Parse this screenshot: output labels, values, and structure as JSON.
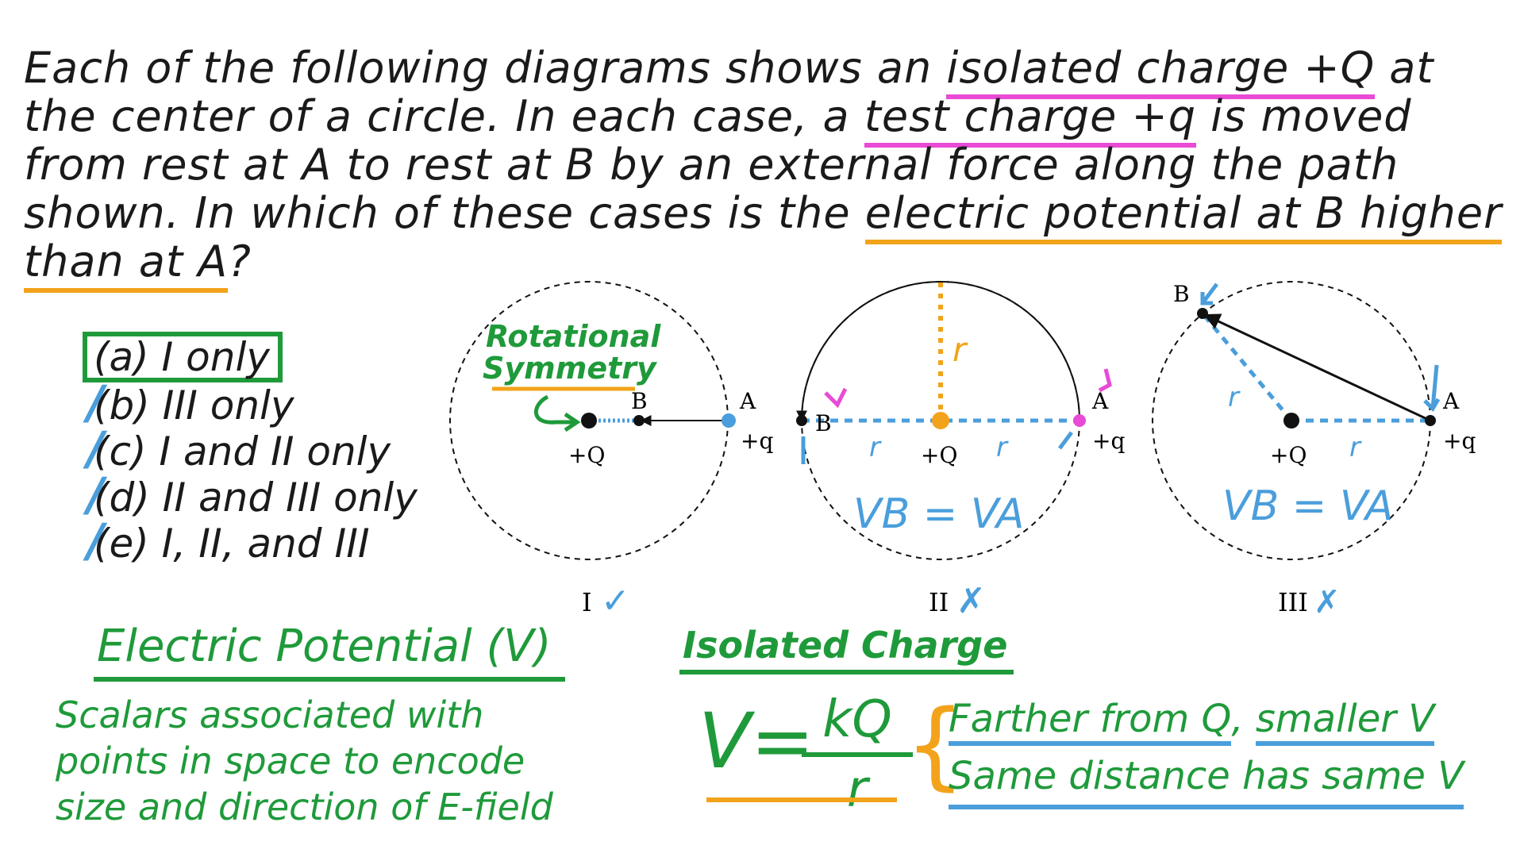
{
  "question": {
    "line1_a": "Each of the following diagrams shows an ",
    "line1_b": "isolated charge +Q",
    "line1_c": " at",
    "line2_a": "the center of a circle. In each case, a ",
    "line2_b": "test charge +q",
    "line2_c": " is moved",
    "line3": "from rest at A to rest at B by an external force along the path",
    "line4_a": "shown. In which of these cases is the ",
    "line4_b": "electric potential at B higher",
    "line5_b": "than at A",
    "line5_c": "?"
  },
  "choices": [
    {
      "text": "(a) I only",
      "crossed": false,
      "boxed": true
    },
    {
      "text": "(b) III only",
      "crossed": true,
      "boxed": false
    },
    {
      "text": "(c) I and II only",
      "crossed": true,
      "boxed": false
    },
    {
      "text": "(d) II and III only",
      "crossed": true,
      "boxed": false
    },
    {
      "text": "(e) I, II, and III",
      "crossed": true,
      "boxed": false
    }
  ],
  "diagrams": {
    "d1": {
      "label_A": "A",
      "label_B": "B",
      "label_Q": "+Q",
      "label_q": "+q",
      "roman": "I",
      "mark": "✓",
      "note1": "Rotational",
      "note2": "Symmetry"
    },
    "d2": {
      "label_A": "A",
      "label_B": "B",
      "label_Q": "+Q",
      "label_q": "+q",
      "label_r": "r",
      "roman": "II",
      "mark": "✗",
      "eq": "VB = VA"
    },
    "d3": {
      "label_A": "A",
      "label_B": "B",
      "label_Q": "+Q",
      "label_q": "+q",
      "label_r": "r",
      "roman": "III",
      "mark": "✗",
      "eq": "VB = VA"
    }
  },
  "definition": {
    "title": "Electric Potential (V)",
    "line1": "Scalars associated with",
    "line2": "points in space to encode",
    "line3": "size and direction of E-field"
  },
  "isolated": {
    "title": "Isolated Charge",
    "formula_v": "V=",
    "formula_num": "kQ",
    "formula_den": "r",
    "rule1_a": "Farther from Q",
    "rule1_sep": ", ",
    "rule1_b": "smaller V",
    "rule2": "Same distance has same V"
  },
  "colors": {
    "green": "#1f9a3a",
    "blue": "#4a9edb",
    "orange": "#f2a31b",
    "pink": "#e94ad6"
  }
}
